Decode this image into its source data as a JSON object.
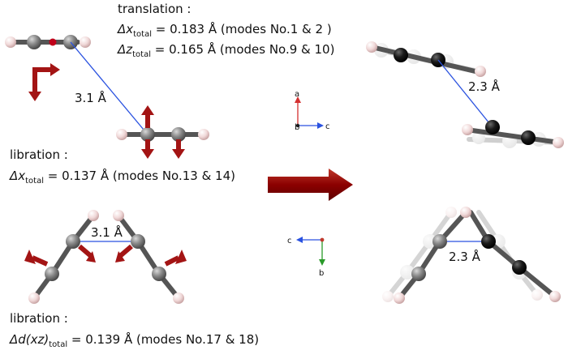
{
  "top_block": {
    "header": "translation :",
    "dx": {
      "symbol": "Δx",
      "sub": "total",
      "value": " = 0.183 Å (modes No.1 & 2 )"
    },
    "dz": {
      "symbol": "Δz",
      "sub": "total",
      "value": " = 0.165 Å (modes No.9 & 10)"
    }
  },
  "libration1": {
    "header": "libration :",
    "symbol": "Δx",
    "sub": "total",
    "value": "  = 0.137 Å (modes No.13 & 14)"
  },
  "libration2": {
    "header": "libration :",
    "symbol": "Δd(xz)",
    "sub": "total",
    "value": " = 0.139 Å (modes No.17 & 18)"
  },
  "distances": {
    "top_left": "3.1 Å",
    "top_right": "2.3 Å",
    "bottom_left": "3.1 Å",
    "bottom_right": "2.3 Å"
  },
  "axes_top": {
    "up": "a",
    "right": "c",
    "center": "b"
  },
  "axes_bottom": {
    "left": "c",
    "down": "b"
  },
  "colors": {
    "carbon_gray": "#7a7a7a",
    "carbon_black": "#111111",
    "hydrogen_pink": "#f2d6d6",
    "arrow_red": "#a31414",
    "contact_blue": "#2a52e0"
  },
  "icons": {
    "motion_arrow": "red-arrow-icon",
    "transform_arrow": "big-right-arrow-icon"
  }
}
